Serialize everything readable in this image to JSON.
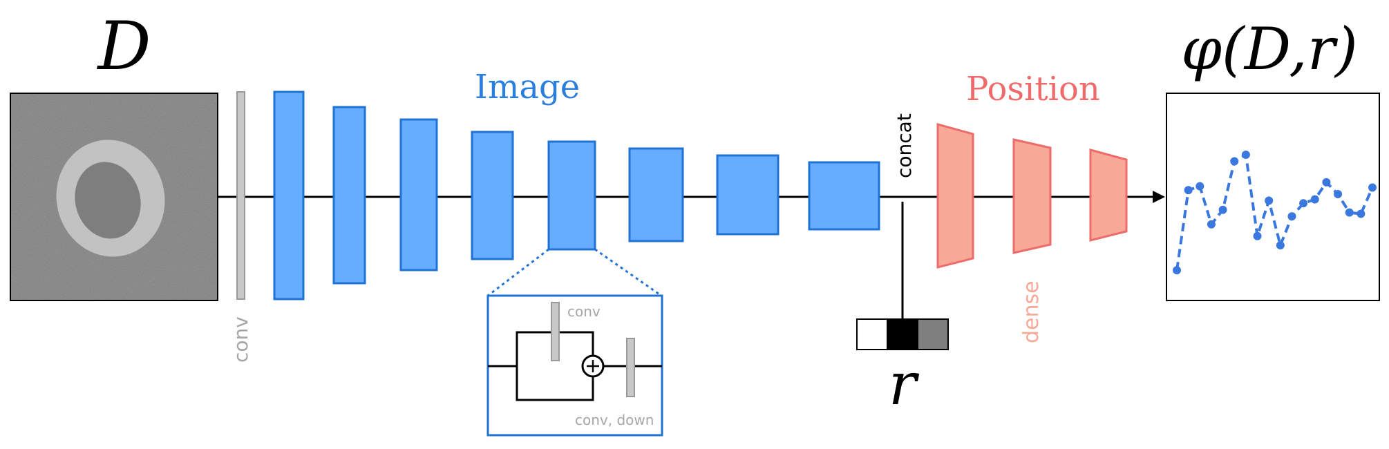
{
  "labels": {
    "input_symbol": "D",
    "image_section": "Image",
    "position_section": "Position",
    "output_symbol": "φ(D,r)",
    "conv": "conv",
    "concat": "concat",
    "dense": "dense",
    "r_symbol": "r",
    "inset_conv": "conv",
    "inset_conv_down": "conv, down"
  },
  "colors": {
    "image_blocks": "#66adff",
    "image_block_stroke": "#1f73d6",
    "image_label": "#2a7fde",
    "position_blocks": "#f8a896",
    "position_block_stroke": "#ee6b6b",
    "position_label": "#ee6b6b",
    "conv_gray": "#a6a6a6",
    "output_line": "#3a78e0"
  },
  "r_vector": [
    "white",
    "black",
    "gray"
  ],
  "output_series": [
    0.02,
    0.63,
    0.66,
    0.37,
    0.48,
    0.85,
    0.9,
    0.28,
    0.55,
    0.21,
    0.43,
    0.53,
    0.56,
    0.69,
    0.6,
    0.46,
    0.45,
    0.65
  ]
}
